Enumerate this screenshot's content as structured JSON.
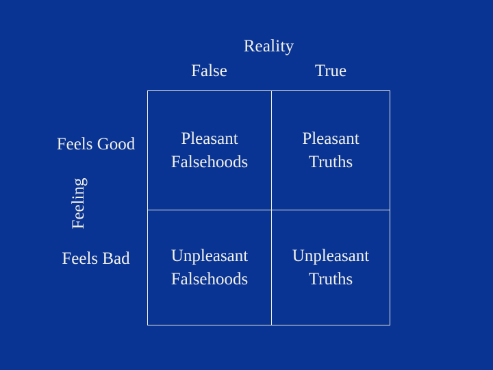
{
  "slide": {
    "background_color": "#0A3494",
    "text_color": "#F2F2E8",
    "line_color": "#EFEFE0"
  },
  "axes": {
    "column_axis_title": "Reality",
    "row_axis_title": "Feeling",
    "column_headers": [
      "False",
      "True"
    ],
    "row_headers": [
      "Feels\nGood",
      "Feels\nBad"
    ]
  },
  "matrix": {
    "cells": [
      {
        "row": "Feels Good",
        "column": "False",
        "label": "Pleasant\nFalsehoods"
      },
      {
        "row": "Feels Good",
        "column": "True",
        "label": "Pleasant\nTruths"
      },
      {
        "row": "Feels Bad",
        "column": "False",
        "label": "Unpleasant\nFalsehoods"
      },
      {
        "row": "Feels Bad",
        "column": "True",
        "label": "Unpleasant\nTruths"
      }
    ]
  }
}
